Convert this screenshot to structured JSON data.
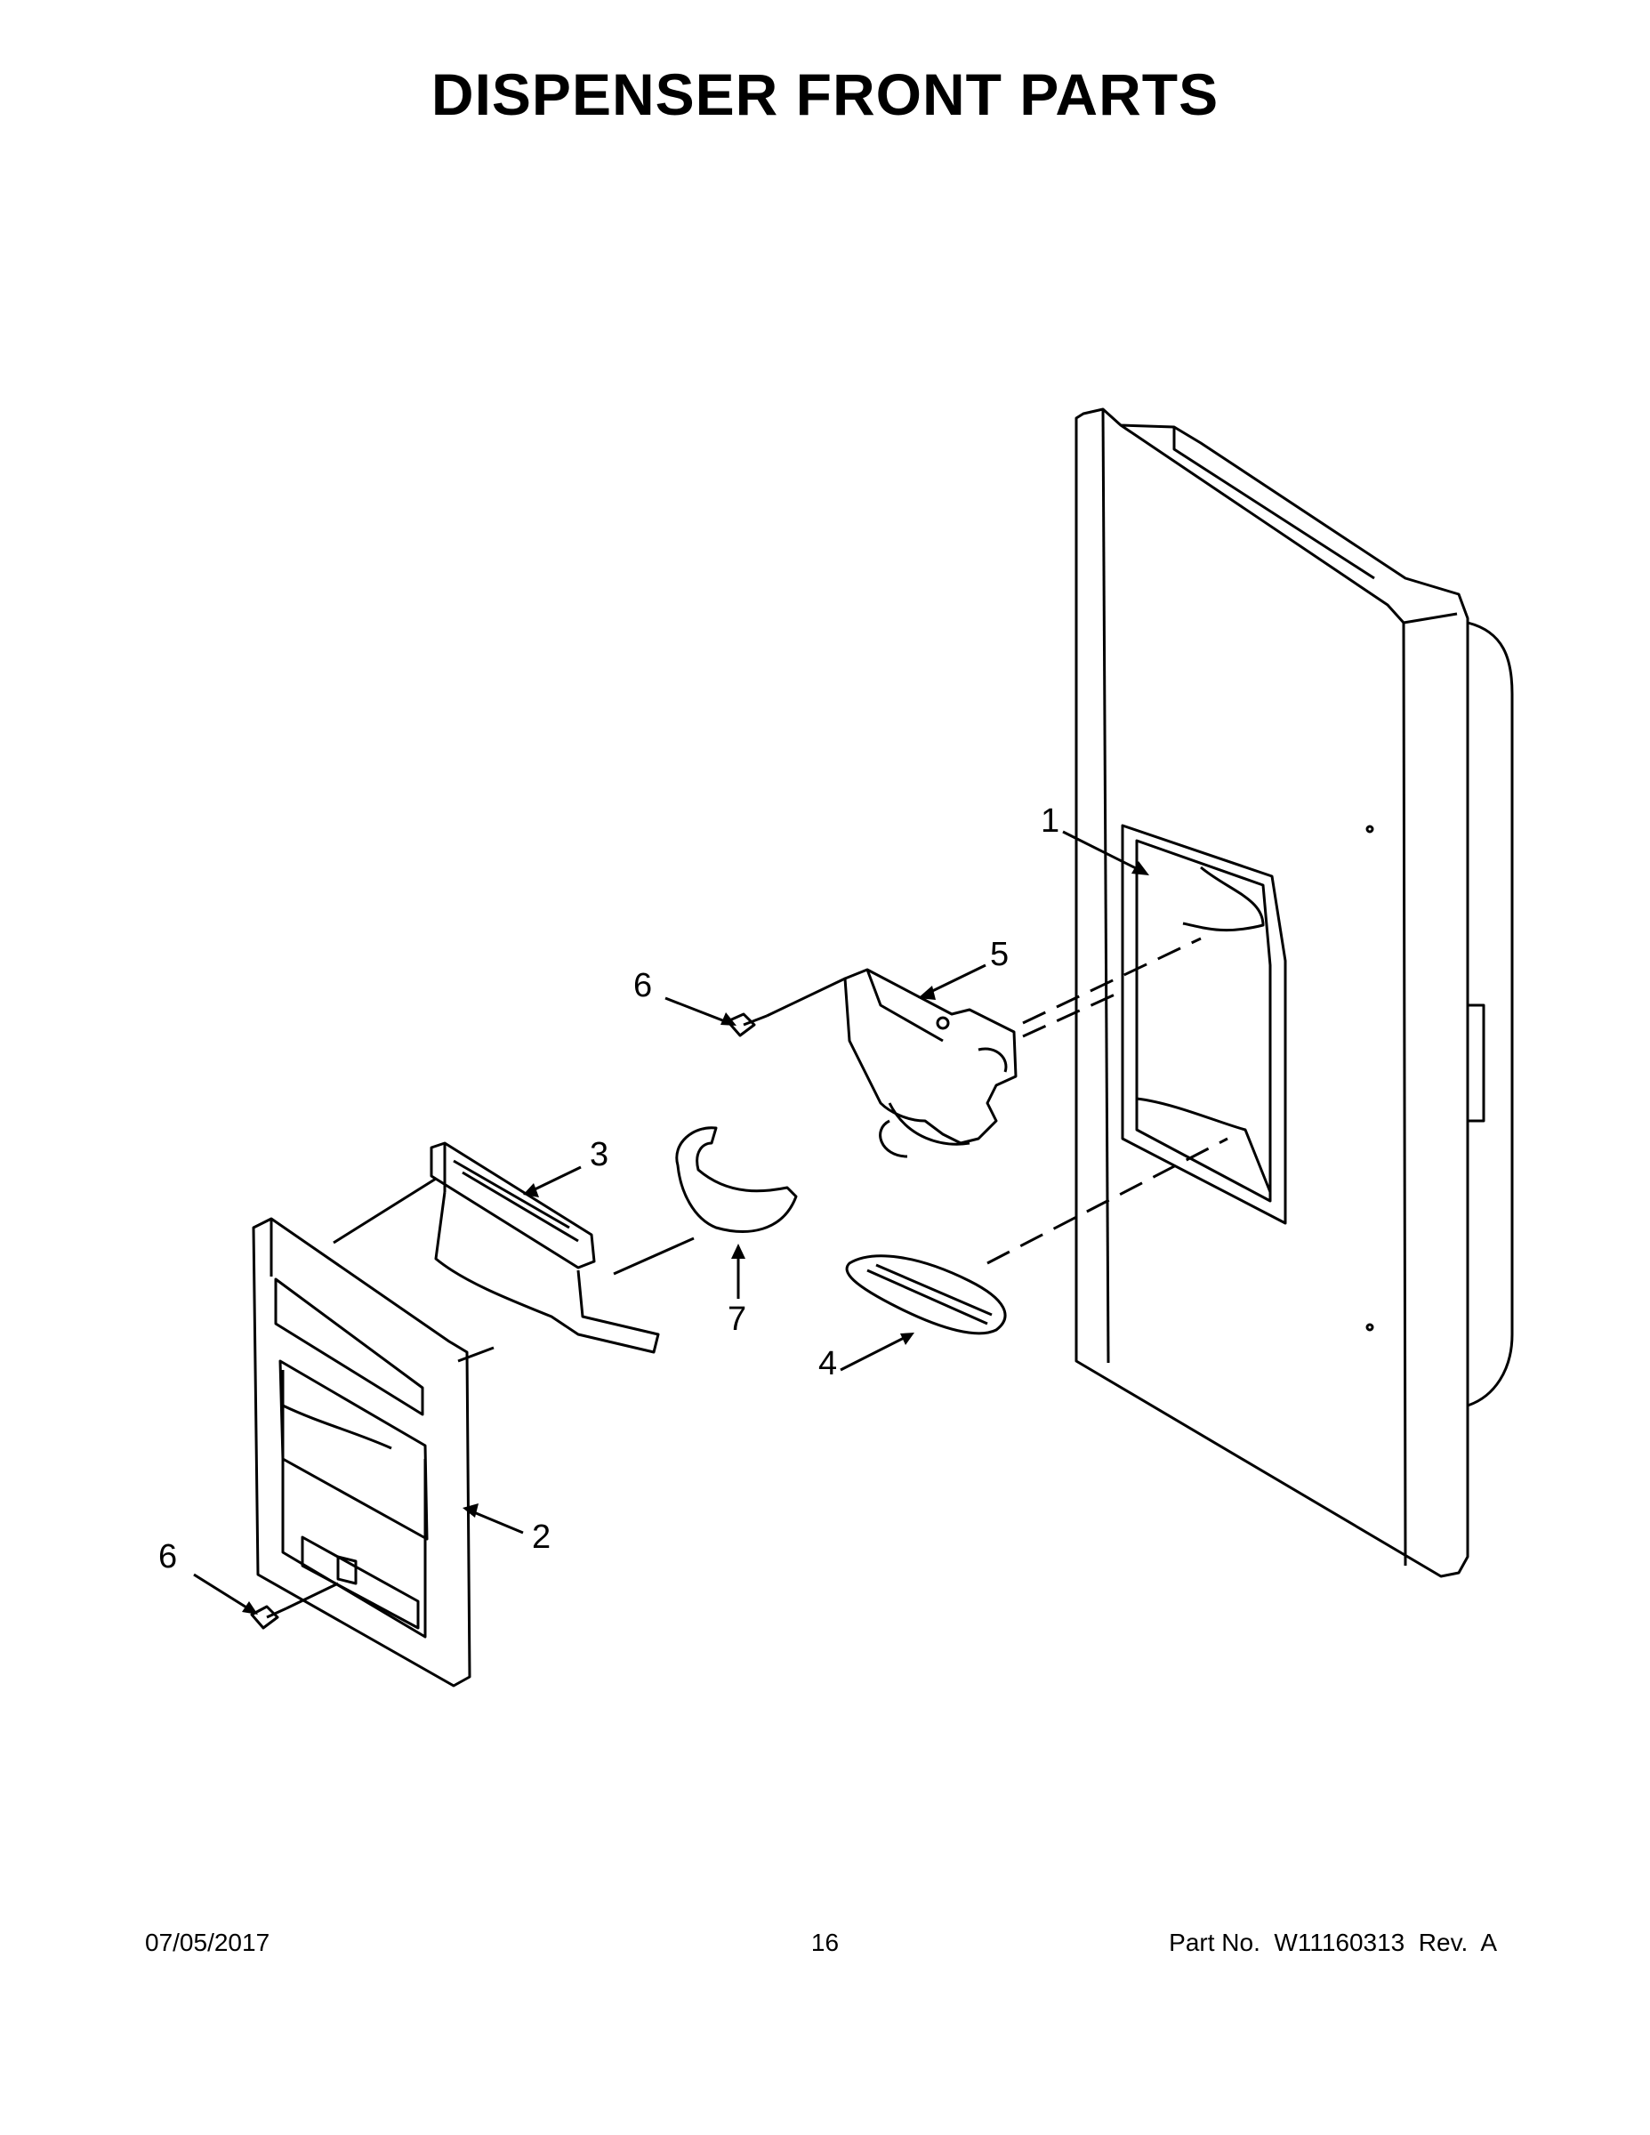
{
  "title": "DISPENSER FRONT PARTS",
  "callouts": [
    "1",
    "2",
    "3",
    "4",
    "5",
    "6",
    "6",
    "7"
  ],
  "footer": {
    "date": "07/05/2017",
    "page": "16",
    "part_number": "Part No.  W11160313  Rev.  A"
  }
}
